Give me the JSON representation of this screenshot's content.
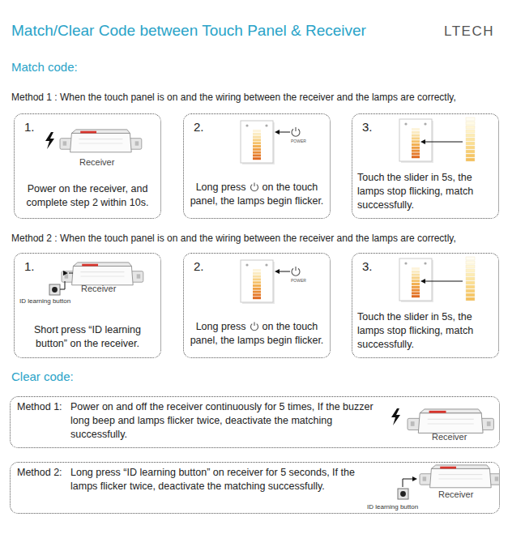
{
  "diagram": {
    "title": "Match/Clear Code between Touch Panel & Receiver",
    "nodes": [
      {
        "text": [
          "1.",
          "Receiver",
          "Power on the receiver, and complete step 2 within 10s."
        ]
      },
      {
        "text": [
          "2.",
          "Long press",
          "on the touch panel, the lamps begin flicker.",
          "POWER"
        ]
      },
      {
        "text": [
          "3.",
          "Touch the slider in 5s, the lamps stop flicking, match successfully."
        ]
      },
      {
        "text": [
          "1.",
          "Receiver",
          "ID learning button",
          "Short press “ID learning button” on the receiver."
        ]
      },
      {
        "text": [
          "2.",
          "Long press",
          "on the touch panel, the lamps begin flicker.",
          "POWER"
        ]
      },
      {
        "text": [
          "3.",
          "Touch the slider in 5s, the lamps stop flicking, match successfully."
        ]
      },
      {
        "text": [
          "Method 1:",
          "Power on and off the receiver continuously for 5 times, If the buzzer long beep and lamps flicker twice, deactivate the matching successfully.",
          "Receiver"
        ]
      },
      {
        "text": [
          "Method 2:",
          "Long press “ID learning button” on receiver for 5 seconds, If the lamps flicker twice, deactivate the matching successfully.",
          "Receiver",
          "ID learning button"
        ]
      }
    ],
    "labels": [
      "LTECH",
      "Match code:",
      "Method 1 : When the touch panel is on and the wiring between the receiver and the lamps are correctly,",
      "Method 2 : When the touch panel is on and the wiring between the receiver and the lamps are correctly,",
      "Clear code:"
    ]
  }
}
